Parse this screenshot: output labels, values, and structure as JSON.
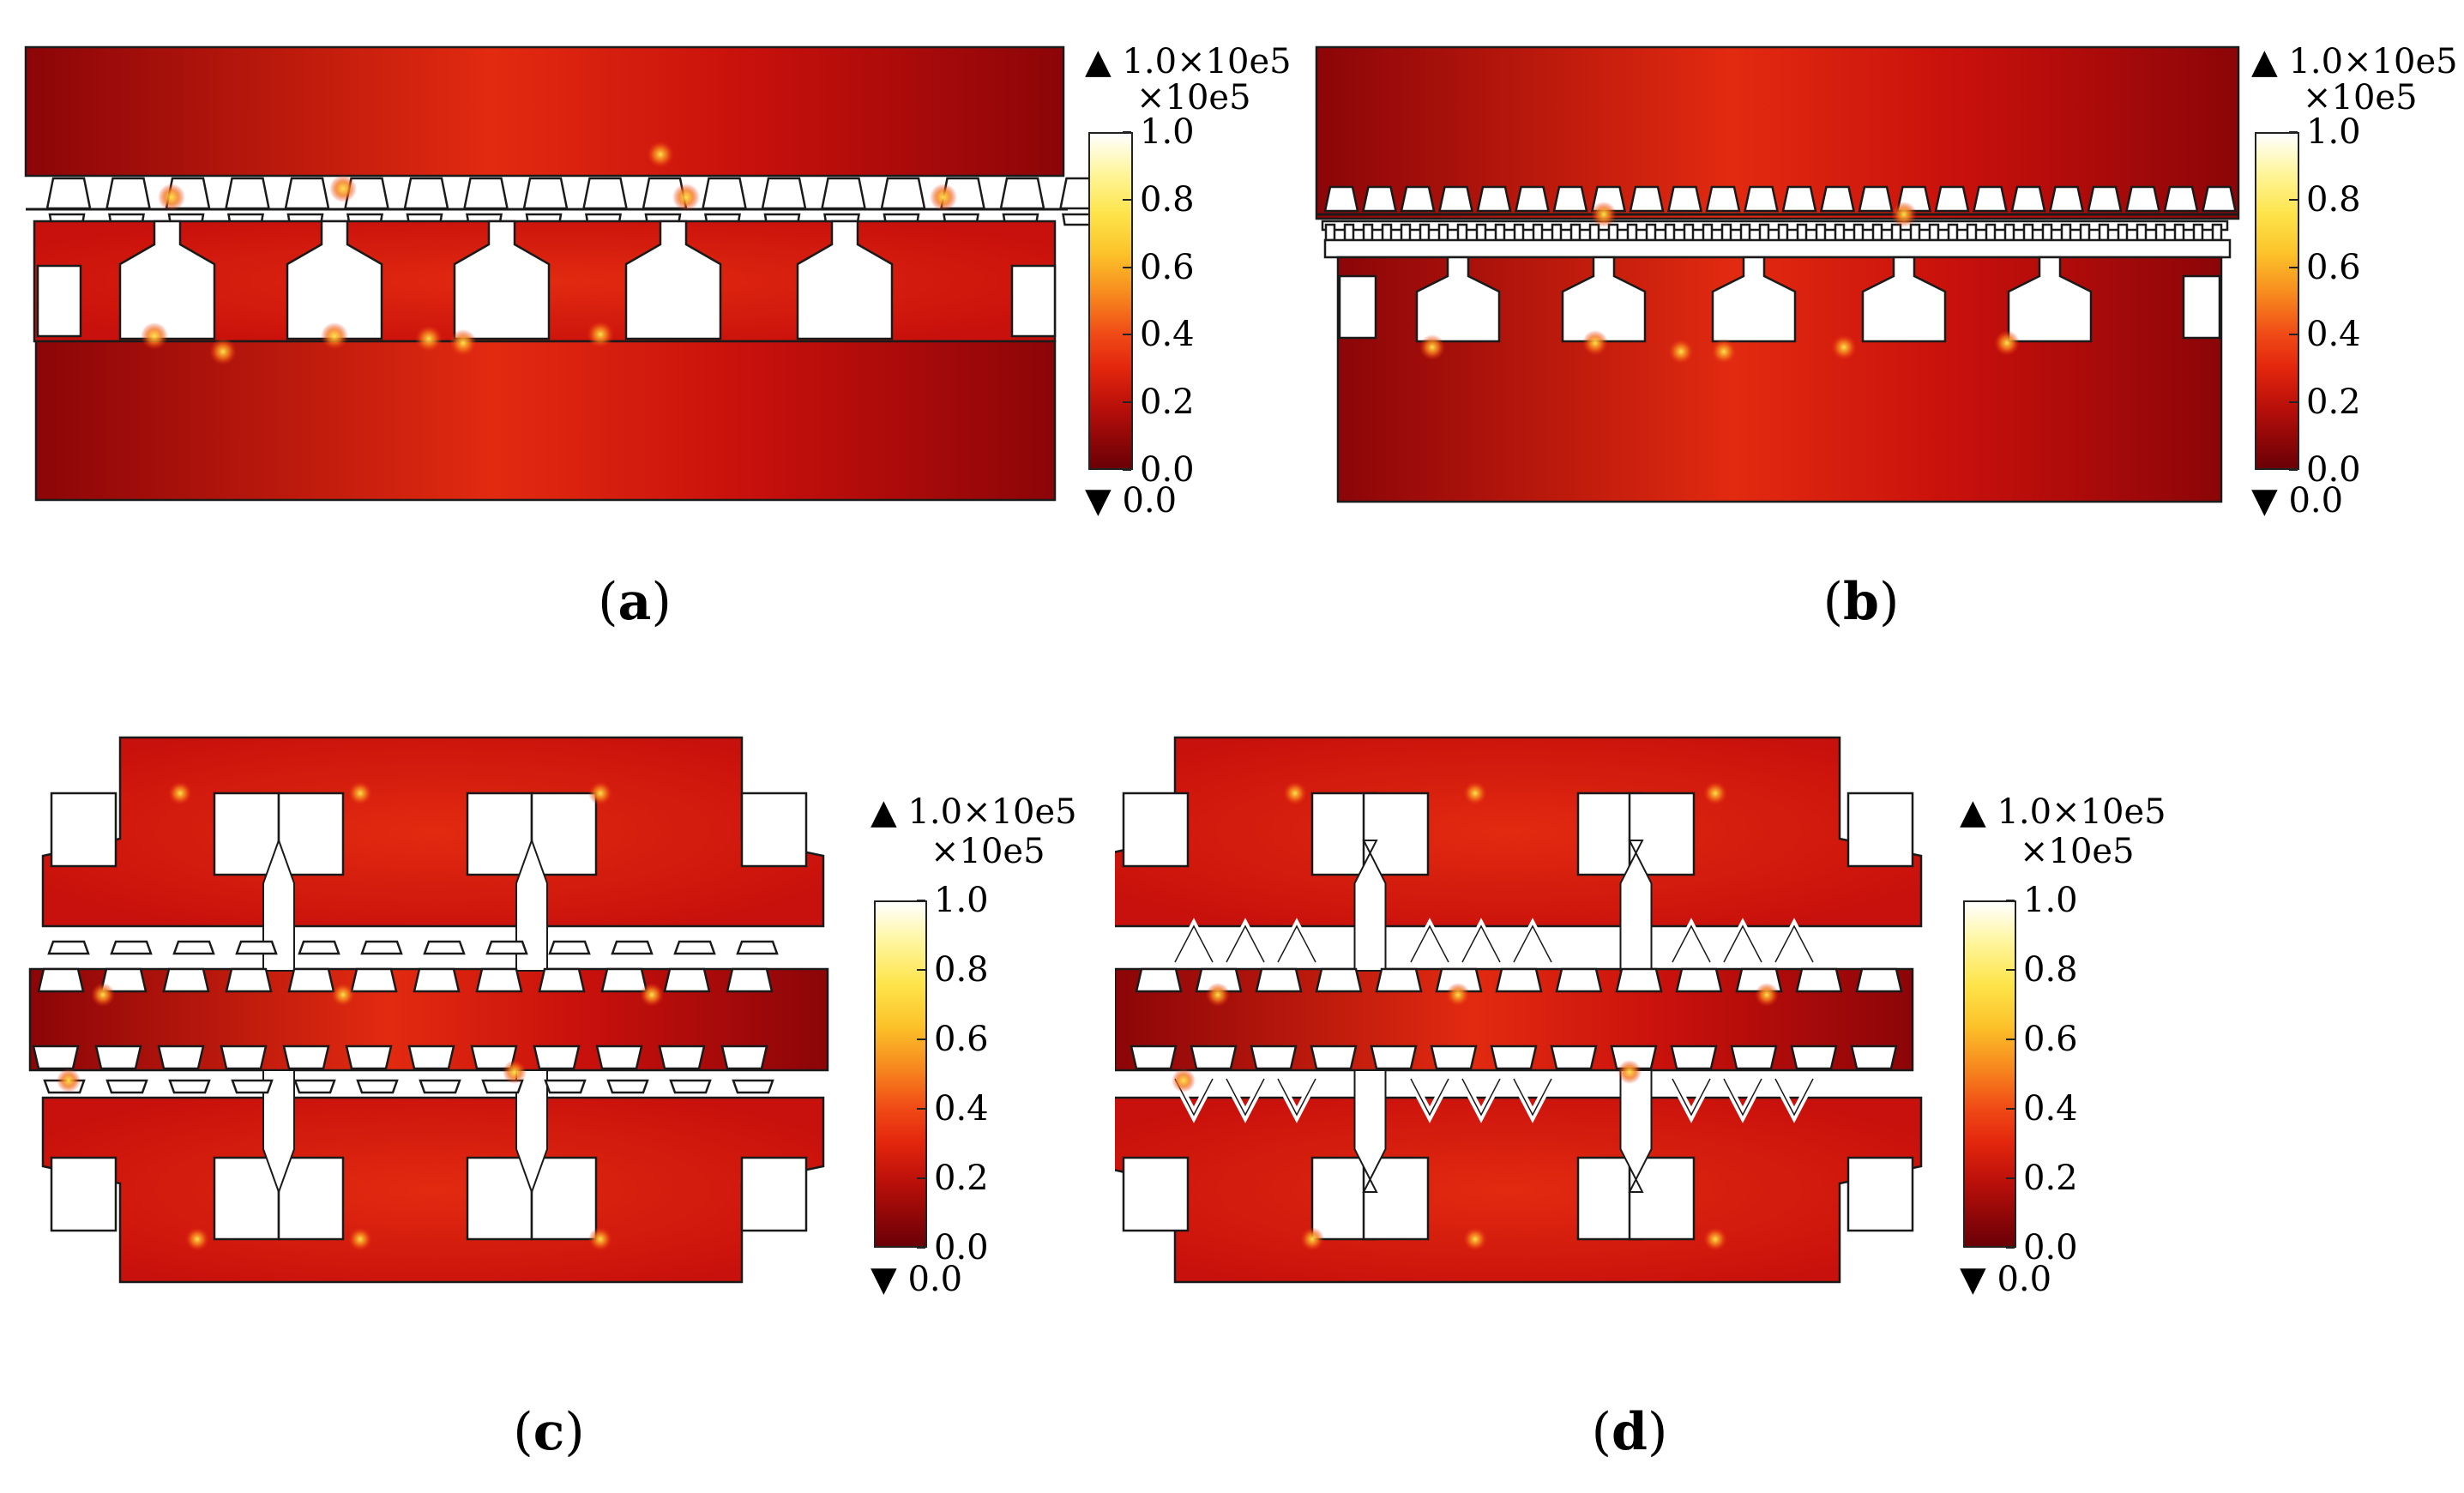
{
  "panels": [
    {
      "id": "a",
      "caption_open": "(",
      "caption_letter": "a",
      "caption_close": ")"
    },
    {
      "id": "b",
      "caption_open": "(",
      "caption_letter": "b",
      "caption_close": ")"
    },
    {
      "id": "c",
      "caption_open": "(",
      "caption_letter": "c",
      "caption_close": ")"
    },
    {
      "id": "d",
      "caption_open": "(",
      "caption_letter": "d",
      "caption_close": ")"
    }
  ],
  "colorbar": {
    "max_label": "▲ 1.0×10e5",
    "unit_label": "×10e5",
    "min_label": "▼ 0.0",
    "ticks": [
      "1.0",
      "0.8",
      "0.6",
      "0.4",
      "0.2",
      "0.0"
    ],
    "colors": {
      "low": "#6a0006",
      "mid": "#e3260d",
      "high": "#fde44a",
      "max": "#ffffff"
    }
  },
  "field_colors": {
    "dark": "#8c0508",
    "base": "#c8100c",
    "bright": "#e22a10",
    "hot": "#f4781a",
    "spark": "#fde44a",
    "outline": "#1a1a1a",
    "slot": "#ffffff"
  }
}
